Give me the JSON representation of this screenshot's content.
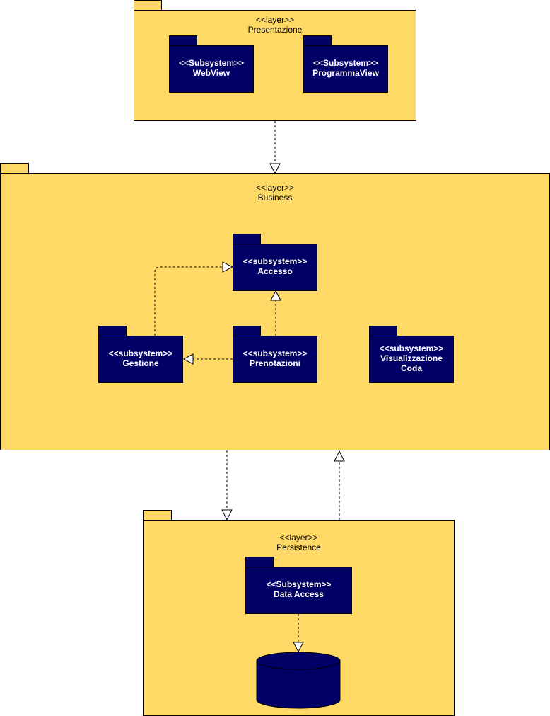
{
  "colors": {
    "layer_fill": "#FFD966",
    "subsystem_fill": "#000066",
    "stroke": "#000000",
    "subsystem_text": "#FFFFFF"
  },
  "layers": {
    "presentazione": {
      "stereotype": "<<layer>>",
      "name": "Presentazione"
    },
    "business": {
      "stereotype": "<<layer>>",
      "name": "Business"
    },
    "persistence": {
      "stereotype": "<<layer>>",
      "name": "Persistence"
    }
  },
  "subsystems": {
    "webview": {
      "stereotype": "<<Subsystem>>",
      "name": "WebView"
    },
    "programmaview": {
      "stereotype": "<<Subsystem>>",
      "name": "ProgrammaView"
    },
    "accesso": {
      "stereotype": "<<subsystem>>",
      "name": "Accesso"
    },
    "gestione": {
      "stereotype": "<<subsystem>>",
      "name": "Gestione"
    },
    "prenotazioni": {
      "stereotype": "<<subsystem>>",
      "name": "Prenotazioni"
    },
    "visualizzazione": {
      "stereotype": "<<subsystem>>",
      "name_line1": "Visualizzazione",
      "name_line2": "Coda"
    },
    "dataaccess": {
      "stereotype": "<<Subsystem>>",
      "name": "Data Access"
    }
  },
  "database": {
    "icon": "database-cylinder-icon"
  },
  "edges": [
    {
      "from": "Presentazione",
      "to": "Business",
      "kind": "dependency"
    },
    {
      "from": "Business",
      "to": "Persistence",
      "kind": "dependency"
    },
    {
      "from": "Persistence",
      "to": "Business",
      "kind": "dependency"
    },
    {
      "from": "Gestione",
      "to": "Accesso",
      "kind": "dependency"
    },
    {
      "from": "Prenotazioni",
      "to": "Accesso",
      "kind": "dependency"
    },
    {
      "from": "Prenotazioni",
      "to": "Gestione",
      "kind": "dependency"
    },
    {
      "from": "Data Access",
      "to": "database",
      "kind": "dependency"
    }
  ]
}
